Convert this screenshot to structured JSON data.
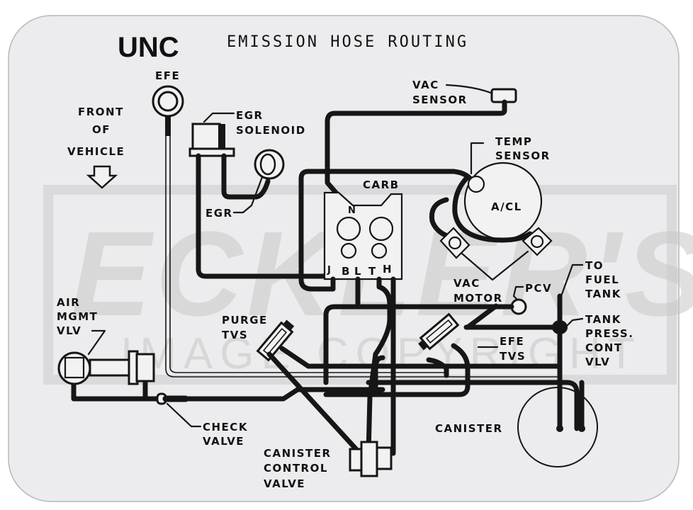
{
  "card": {
    "badge": "UNC",
    "title": "EMISSION HOSE ROUTING"
  },
  "watermark": {
    "brand": "ECKLER'S",
    "notice": "IMAGE COPYRIGHT"
  },
  "orientation": {
    "line1": "FRONT",
    "line2": "OF",
    "line3": "VEHICLE",
    "arrow": "down-arrow-icon"
  },
  "components": {
    "efe": "EFE",
    "egr_solenoid": [
      "EGR",
      "SOLENOID"
    ],
    "egr": "EGR",
    "vac_sensor": [
      "VAC",
      "SENSOR"
    ],
    "temp_sensor": [
      "TEMP",
      "SENSOR"
    ],
    "carb": "CARB",
    "carb_ports": {
      "n": "N",
      "j": "J",
      "b": "B",
      "l": "L",
      "t": "T",
      "h": "H"
    },
    "acl": "A/CL",
    "vac_motor": [
      "VAC",
      "MOTOR"
    ],
    "pcv": "PCV",
    "to_fuel_tank": [
      "TO",
      "FUEL",
      "TANK"
    ],
    "tank_press_cont_vlv": [
      "TANK",
      "PRESS.",
      "CONT",
      "VLV"
    ],
    "air_mgmt_vlv": [
      "AIR",
      "MGMT",
      "VLV"
    ],
    "purge_tvs": [
      "PURGE",
      "TVS"
    ],
    "efe_tvs": [
      "EFE",
      "TVS"
    ],
    "check_valve": [
      "CHECK",
      "VALVE"
    ],
    "canister_control_valve": [
      "CANISTER",
      "CONTROL",
      "VALVE"
    ],
    "canister": "CANISTER"
  },
  "colors": {
    "card": "#ececee",
    "ink": "#161616",
    "watermark": "#c8c8c8"
  }
}
